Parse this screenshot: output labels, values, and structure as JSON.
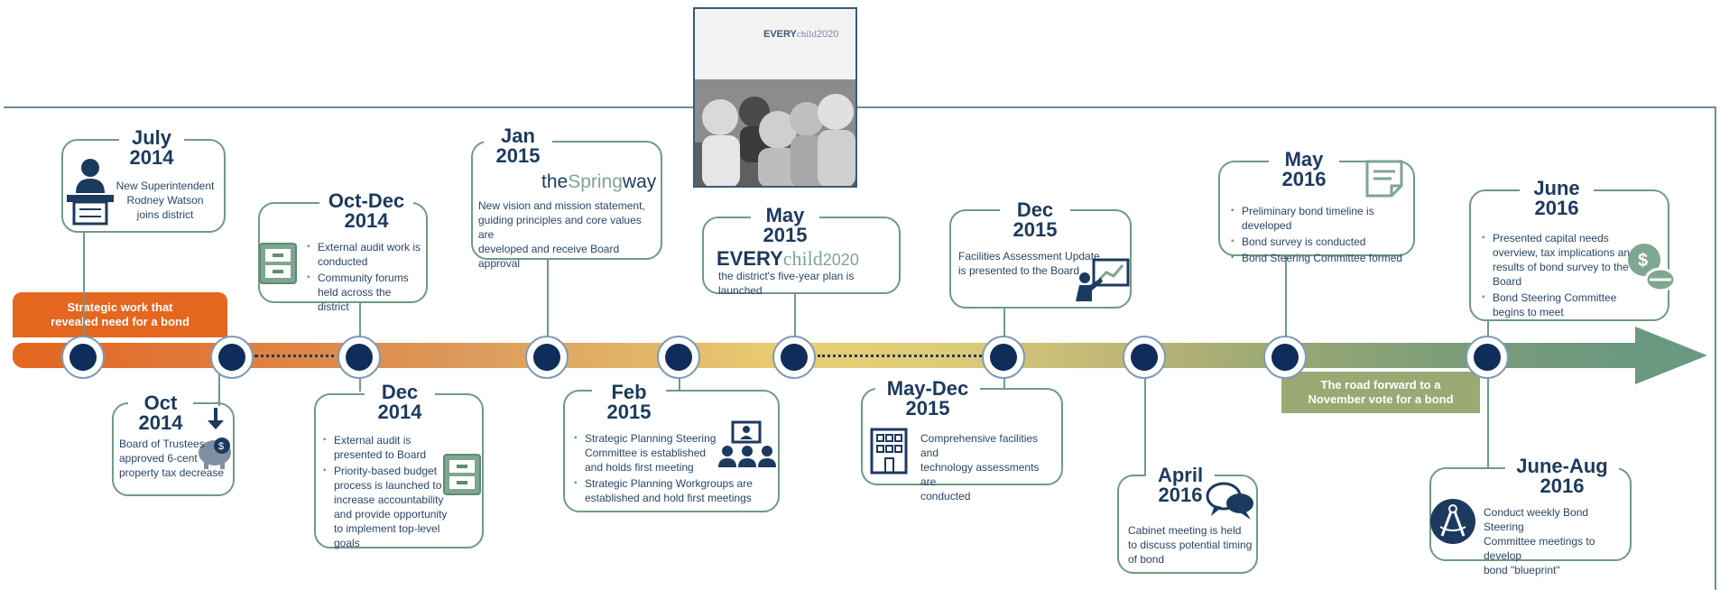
{
  "banners": {
    "strategic": [
      "Strategic work that",
      "revealed need for a bond"
    ],
    "road_forward": [
      "The road forward to a",
      "November vote for a bond"
    ]
  },
  "book": {
    "logo_every": "EVERY",
    "logo_child": "child",
    "logo_year": "2020"
  },
  "events": {
    "jul2014": {
      "title": [
        "July",
        "2014"
      ],
      "text": [
        "New Superintendent",
        "Rodney Watson",
        "joins district"
      ]
    },
    "oct2014": {
      "title": [
        "Oct",
        "2014"
      ],
      "text": [
        "Board of Trustees",
        "approved 6-cent",
        "property tax decrease"
      ]
    },
    "octdec2014": {
      "title": [
        "Oct-Dec",
        "2014"
      ],
      "bullets": [
        "External audit work is conducted",
        "Community forums held across the district"
      ]
    },
    "dec2014": {
      "title": [
        "Dec",
        "2014"
      ],
      "bullets": [
        "External audit is presented to Board",
        "Priority-based budget process is launched to increase accountability and provide opportunity to implement top-level goals"
      ]
    },
    "jan2015": {
      "title": [
        "Jan",
        "2015"
      ],
      "logo_pre": "the",
      "logo_spring": "Spring",
      "logo_post": "way",
      "text": [
        "New vision and mission statement,",
        "guiding principles and core values are",
        "developed and receive Board approval"
      ]
    },
    "feb2015": {
      "title": [
        "Feb",
        "2015"
      ],
      "bullets": [
        "Strategic Planning Steering Committee is established and holds first meeting",
        "Strategic Planning Workgroups are established and hold first meetings"
      ]
    },
    "may2015": {
      "title": [
        "May",
        "2015"
      ],
      "logo_every": "EVERY",
      "logo_child": "child",
      "logo_year": "2020",
      "text": [
        "the district's five-year plan is launched"
      ]
    },
    "maydec2015": {
      "title": [
        "May-Dec",
        "2015"
      ],
      "text": [
        "Comprehensive facilities and",
        "technology assessments are",
        "conducted"
      ]
    },
    "dec2015": {
      "title": [
        "Dec",
        "2015"
      ],
      "text": [
        "Facilities Assessment Update",
        "is presented to the Board"
      ]
    },
    "apr2016": {
      "title": [
        "April",
        "2016"
      ],
      "text": [
        "Cabinet meeting is held",
        "to discuss potential timing",
        "of bond"
      ]
    },
    "may2016": {
      "title": [
        "May",
        "2016"
      ],
      "bullets": [
        "Preliminary bond timeline is developed",
        "Bond survey is conducted",
        "Bond Steering Committee formed"
      ]
    },
    "jun2016": {
      "title": [
        "June",
        "2016"
      ],
      "bullets": [
        "Presented capital needs overview, tax implications  and results of bond survey to the Board",
        "Bond Steering Committee begins to meet"
      ]
    },
    "junaug2016": {
      "title": [
        "June-Aug",
        "2016"
      ],
      "text": [
        "Conduct weekly Bond Steering",
        "Committee meetings to develop",
        "bond \"blueprint\""
      ]
    }
  },
  "icons": {
    "podium": "podium-person-icon",
    "piggy": "piggy-bank-dollar-icon",
    "cabinet1": "file-cabinet-icon",
    "cabinet2": "file-cabinet-icon",
    "meeting": "meeting-presentation-icon",
    "building": "office-building-icon",
    "presenter": "presenter-chart-icon",
    "chat": "speech-bubbles-icon",
    "note": "note-document-icon",
    "money": "money-hand-icon",
    "compass": "drafting-compass-icon"
  },
  "colors": {
    "navy": "#1c3a5e",
    "green_line": "#6f9a85",
    "orange": "#e4661f",
    "olive": "#9aa874"
  }
}
